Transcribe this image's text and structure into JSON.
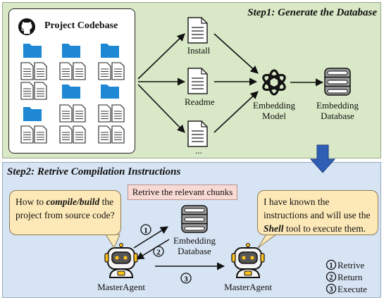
{
  "step1": {
    "title": "Step1: Generate the Database"
  },
  "step2": {
    "title": "Step2: Retrive Compilation Instructions"
  },
  "codebase": {
    "title": "Project Codebase"
  },
  "docs": [
    {
      "label": "Install"
    },
    {
      "label": "Readme"
    },
    {
      "label": "..."
    }
  ],
  "embedding_model": {
    "line1": "Embedding",
    "line2": "Model"
  },
  "embedding_db_top": {
    "line1": "Embedding",
    "line2": "Database"
  },
  "retrieve_chip": "Retrive the relevant chunks",
  "question": {
    "pre": "How to ",
    "emph": "compile/build",
    "post": " the project from source code?"
  },
  "answer": {
    "pre": "I have known the instructions and will use the ",
    "emph": "Shell",
    "post": " tool to execute them."
  },
  "embedding_db_mid": {
    "line1": "Embedding",
    "line2": "Database"
  },
  "agents": [
    {
      "label": "MasterAgent"
    },
    {
      "label": "MasterAgent"
    }
  ],
  "steps": [
    {
      "num": "1",
      "label": "Retrive"
    },
    {
      "num": "2",
      "label": "Return"
    },
    {
      "num": "3",
      "label": "Execute"
    }
  ],
  "colors": {
    "step1_bg": "#d9e8c6",
    "step2_bg": "#d7e4f4",
    "folder": "#1e88d4",
    "bubble": "#fde9b8",
    "chip": "#f9d9d3",
    "arrow": "#2f5eb5"
  }
}
